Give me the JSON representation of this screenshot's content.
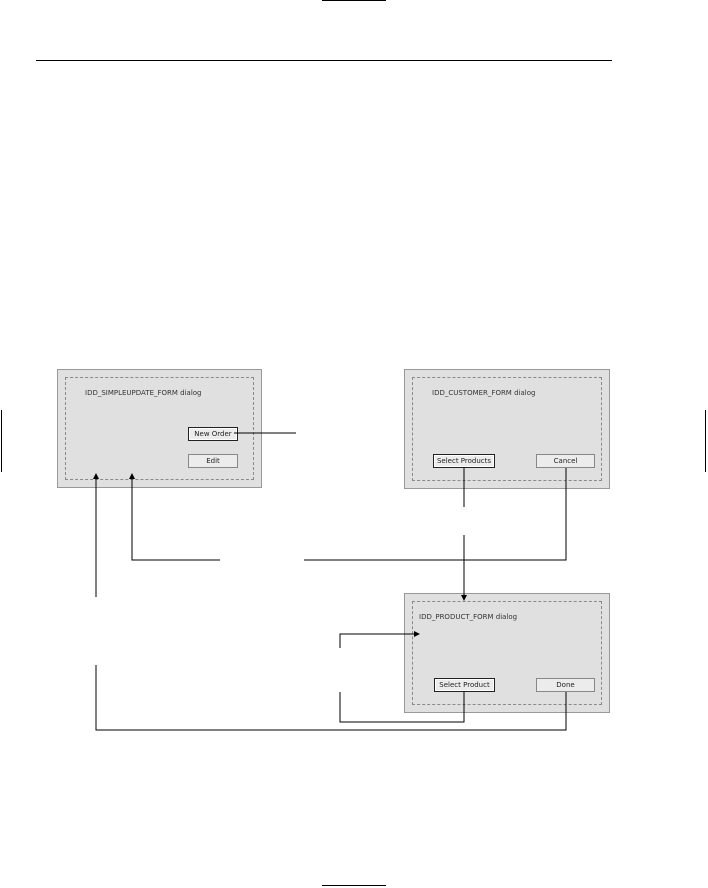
{
  "dialogs": {
    "simpleupdate": {
      "title": "IDD_SIMPLEUPDATE_FORM dialog",
      "buttons": {
        "new_order": "New Order",
        "edit": "Edit"
      }
    },
    "customer": {
      "title": "IDD_CUSTOMER_FORM dialog",
      "buttons": {
        "select_products": "Select Products",
        "cancel": "Cancel"
      }
    },
    "product": {
      "title": "IDD_PRODUCT_FORM dialog",
      "buttons": {
        "select_product": "Select Product",
        "done": "Done"
      }
    }
  },
  "colors": {
    "dialog_background": "#e0e0e0",
    "dialog_border": "#999999",
    "connector": "#000000"
  }
}
